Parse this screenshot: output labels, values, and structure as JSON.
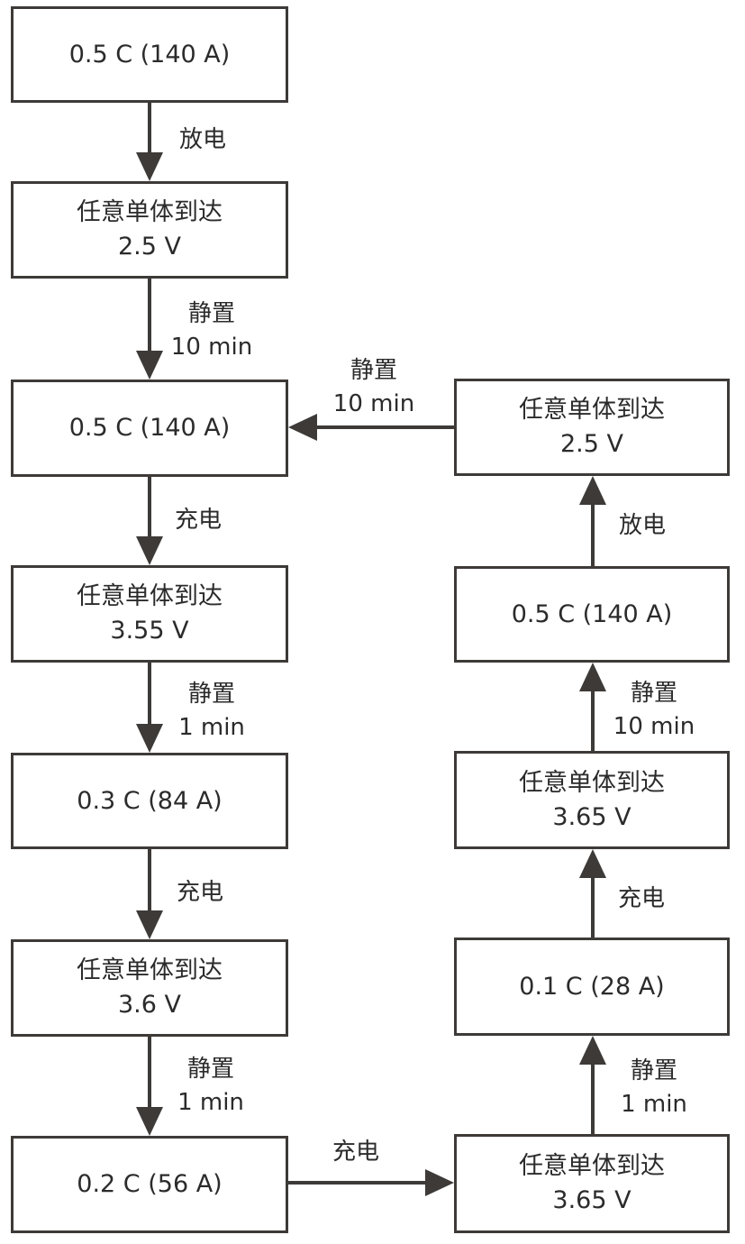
{
  "boxes": [
    {
      "lines": [
        "0.5 C (140 A)"
      ]
    },
    {
      "lines": [
        "任意单体到达",
        "2.5 V"
      ]
    },
    {
      "lines": [
        "0.5 C (140 A)"
      ]
    },
    {
      "lines": [
        "任意单体到达",
        "3.55 V"
      ]
    },
    {
      "lines": [
        "0.3 C (84 A)"
      ]
    },
    {
      "lines": [
        "任意单体到达",
        "3.6 V"
      ]
    },
    {
      "lines": [
        "0.2 C (56 A)"
      ]
    },
    {
      "lines": [
        "任意单体到达",
        "3.65 V"
      ]
    },
    {
      "lines": [
        "0.1 C (28 A)"
      ]
    },
    {
      "lines": [
        "任意单体到达",
        "3.65 V"
      ]
    },
    {
      "lines": [
        "0.5 C (140 A)"
      ]
    },
    {
      "lines": [
        "任意单体到达",
        "2.5 V"
      ]
    }
  ],
  "edge_labels": [
    {
      "lines": [
        "放电"
      ]
    },
    {
      "lines": [
        "静置",
        "10 min"
      ]
    },
    {
      "lines": [
        "充电"
      ]
    },
    {
      "lines": [
        "静置",
        "1 min"
      ]
    },
    {
      "lines": [
        "充电"
      ]
    },
    {
      "lines": [
        "静置",
        "1 min"
      ]
    },
    {
      "lines": [
        "充电"
      ]
    },
    {
      "lines": [
        "静置",
        "1 min"
      ]
    },
    {
      "lines": [
        "充电"
      ]
    },
    {
      "lines": [
        "静置",
        "10 min"
      ]
    },
    {
      "lines": [
        "放电"
      ]
    },
    {
      "lines": [
        "静置",
        "10 min"
      ]
    }
  ],
  "colors": {
    "stroke": "#3d3a38",
    "text": "#2b2b2b",
    "background": "#ffffff"
  }
}
